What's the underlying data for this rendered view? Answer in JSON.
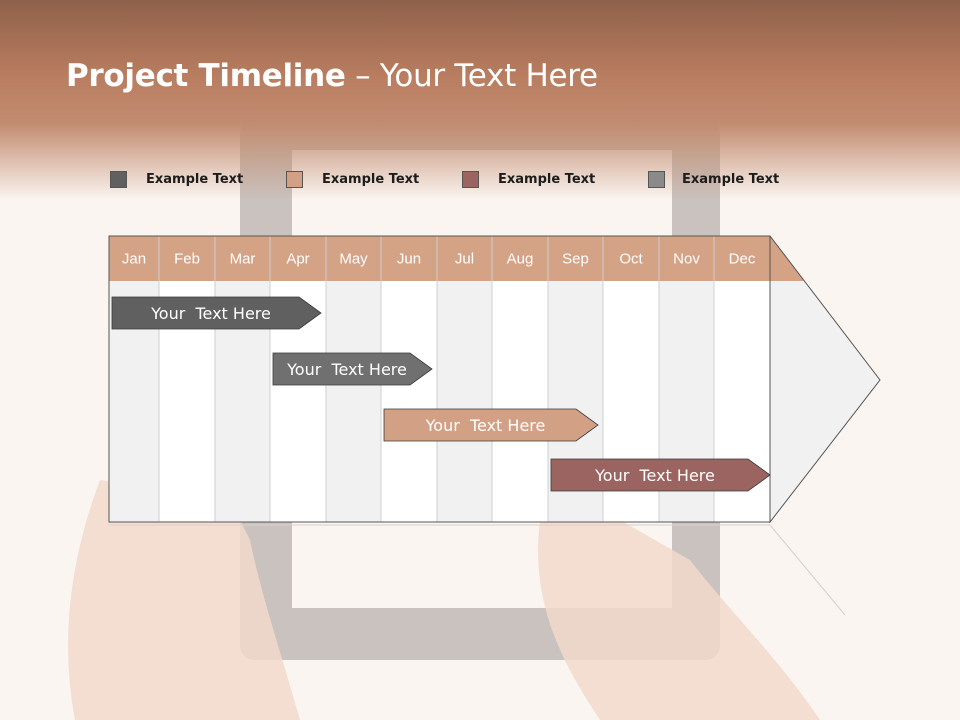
{
  "title": {
    "bold": "Project Timeline",
    "rest": " – Your Text Here"
  },
  "legend": [
    {
      "label": "Example Text",
      "color": "#606060"
    },
    {
      "label": "Example Text",
      "color": "#d2a085"
    },
    {
      "label": "Example Text",
      "color": "#9b6461"
    },
    {
      "label": "Example Text",
      "color": "#8a8a8a"
    }
  ],
  "months": [
    "Jan",
    "Feb",
    "Mar",
    "Apr",
    "May",
    "Jun",
    "Jul",
    "Aug",
    "Sep",
    "Oct",
    "Nov",
    "Dec"
  ],
  "bars": [
    {
      "label": "Your  Text Here",
      "start": 0,
      "end": 4,
      "color": "#606060"
    },
    {
      "label": "Your  Text Here",
      "start": 3,
      "end": 6,
      "color": "#707070"
    },
    {
      "label": "Your  Text Here",
      "start": 5,
      "end": 9,
      "color": "#d2a085"
    },
    {
      "label": "Your  Text Here",
      "start": 8,
      "end": 12,
      "color": "#9b6461"
    }
  ],
  "colors": {
    "header_band": "#d4a285",
    "column_alt": "#f1f1f1",
    "arrow": "#f1f1f1"
  }
}
